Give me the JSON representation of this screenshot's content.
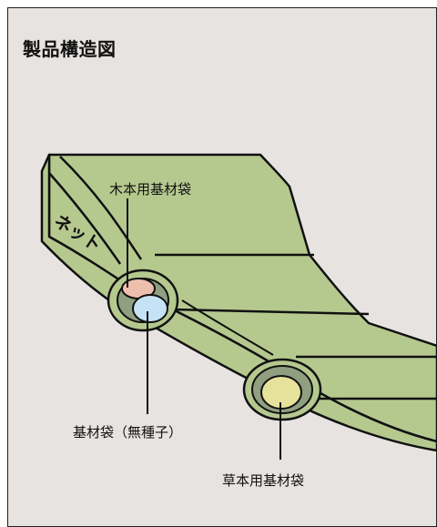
{
  "title": "製品構造図",
  "labels": {
    "net": "ネット",
    "tree_bag": "木本用基材袋",
    "base_bag": "基材袋（無種子）",
    "grass_bag": "草本用基材袋"
  },
  "colors": {
    "background": "#e7e3e0",
    "mat_fill": "#b5c98f",
    "outline": "#111111",
    "inner_ring": "#8f9f80",
    "tree_bag": "#efbfae",
    "base_bag": "#c6e2f5",
    "grass_bag": "#e6e29b"
  }
}
